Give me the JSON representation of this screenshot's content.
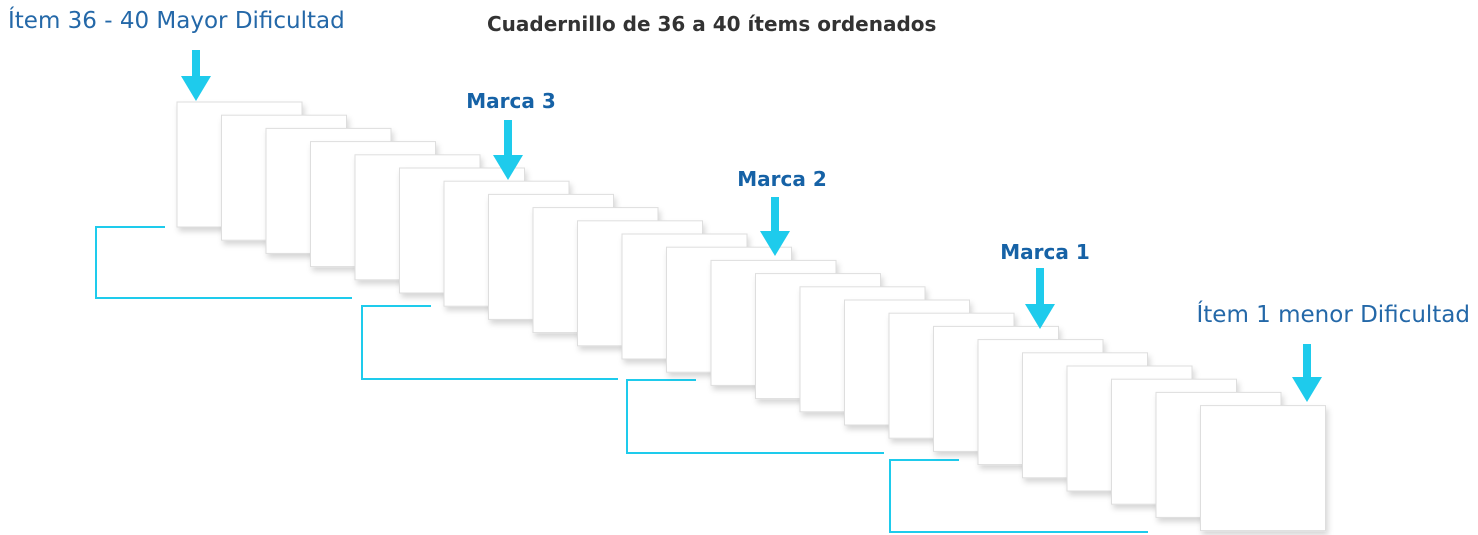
{
  "title": "Cuadernillo de 36 a 40 ítems ordenados",
  "label_top": "Ítem 36 - 40 Mayor Dificultad",
  "label_bottom": "Ítem 1 menor Dificultad",
  "marks": [
    {
      "label": "Marca 3"
    },
    {
      "label": "Marca 2"
    },
    {
      "label": "Marca 1"
    }
  ],
  "colors": {
    "accent": "#1ecbec",
    "label_text": "#2468a8",
    "mark_text": "#1662a6",
    "title_text": "#333333"
  },
  "icons": {
    "pointer": "arrow-down-icon"
  }
}
